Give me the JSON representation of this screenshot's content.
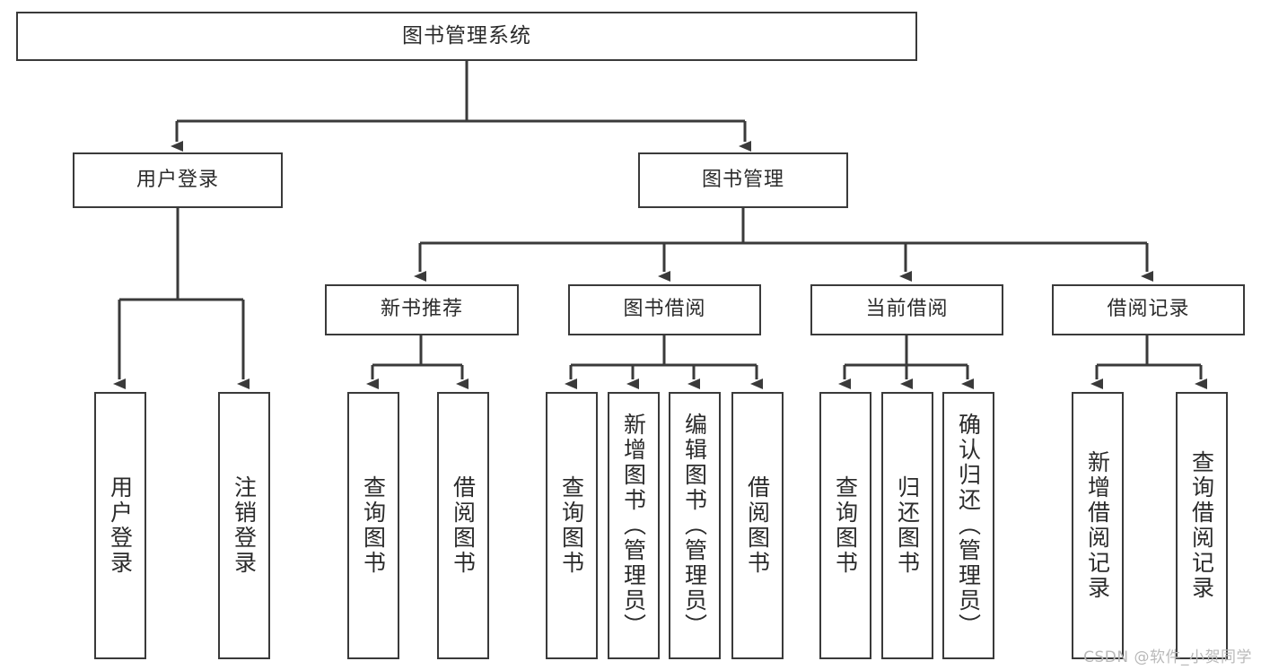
{
  "diagram": {
    "type": "tree-hierarchy-diagram",
    "title": "图书管理系统",
    "background_color": "#ffffff",
    "line_color": "#3a3a3a",
    "text_color": "#2b2b2b",
    "nodes": {
      "root": {
        "label": "图书管理系统"
      },
      "level2": [
        {
          "id": "user-login",
          "label": "用户登录"
        },
        {
          "id": "book-management",
          "label": "图书管理"
        }
      ],
      "level3": [
        {
          "id": "new-book-recommend",
          "label": "新书推荐"
        },
        {
          "id": "book-borrow",
          "label": "图书借阅"
        },
        {
          "id": "current-borrow",
          "label": "当前借阅"
        },
        {
          "id": "borrow-record",
          "label": "借阅记录"
        }
      ],
      "leaves": {
        "user_login": [
          {
            "id": "leaf-user-login",
            "label": "用户登录"
          },
          {
            "id": "leaf-logout-login",
            "label": "注销登录"
          }
        ],
        "new_book_recommend": [
          {
            "id": "leaf-query-book-1",
            "label": "查询图书"
          },
          {
            "id": "leaf-borrow-book-1",
            "label": "借阅图书"
          }
        ],
        "book_borrow": [
          {
            "id": "leaf-query-book-2",
            "label": "查询图书"
          },
          {
            "id": "leaf-add-book",
            "label": "新增图书（管理员）"
          },
          {
            "id": "leaf-edit-book",
            "label": "编辑图书（管理员）"
          },
          {
            "id": "leaf-borrow-book-2",
            "label": "借阅图书"
          }
        ],
        "current_borrow": [
          {
            "id": "leaf-query-book-3",
            "label": "查询图书"
          },
          {
            "id": "leaf-return-book",
            "label": "归还图书"
          },
          {
            "id": "leaf-confirm-return",
            "label": "确认归还（管理员）"
          }
        ],
        "borrow_record": [
          {
            "id": "leaf-add-borrow-record",
            "label": "新增借阅记录"
          },
          {
            "id": "leaf-query-borrow-record",
            "label": "查询借阅记录"
          }
        ]
      }
    }
  },
  "watermark": {
    "text": "CSDN @软件_小贺同学"
  }
}
